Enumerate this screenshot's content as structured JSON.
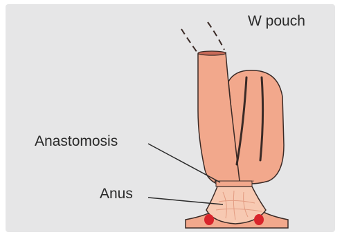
{
  "diagram": {
    "title": "W pouch",
    "labels": {
      "anastomosis": "Anastomosis",
      "anus": "Anus"
    }
  },
  "colors": {
    "background": "#e6e6e7",
    "tissue": "#f2a88c",
    "tissue_light": "#f7c9b2",
    "outline": "#3a2a26",
    "sphincter_red": "#d8242b"
  }
}
